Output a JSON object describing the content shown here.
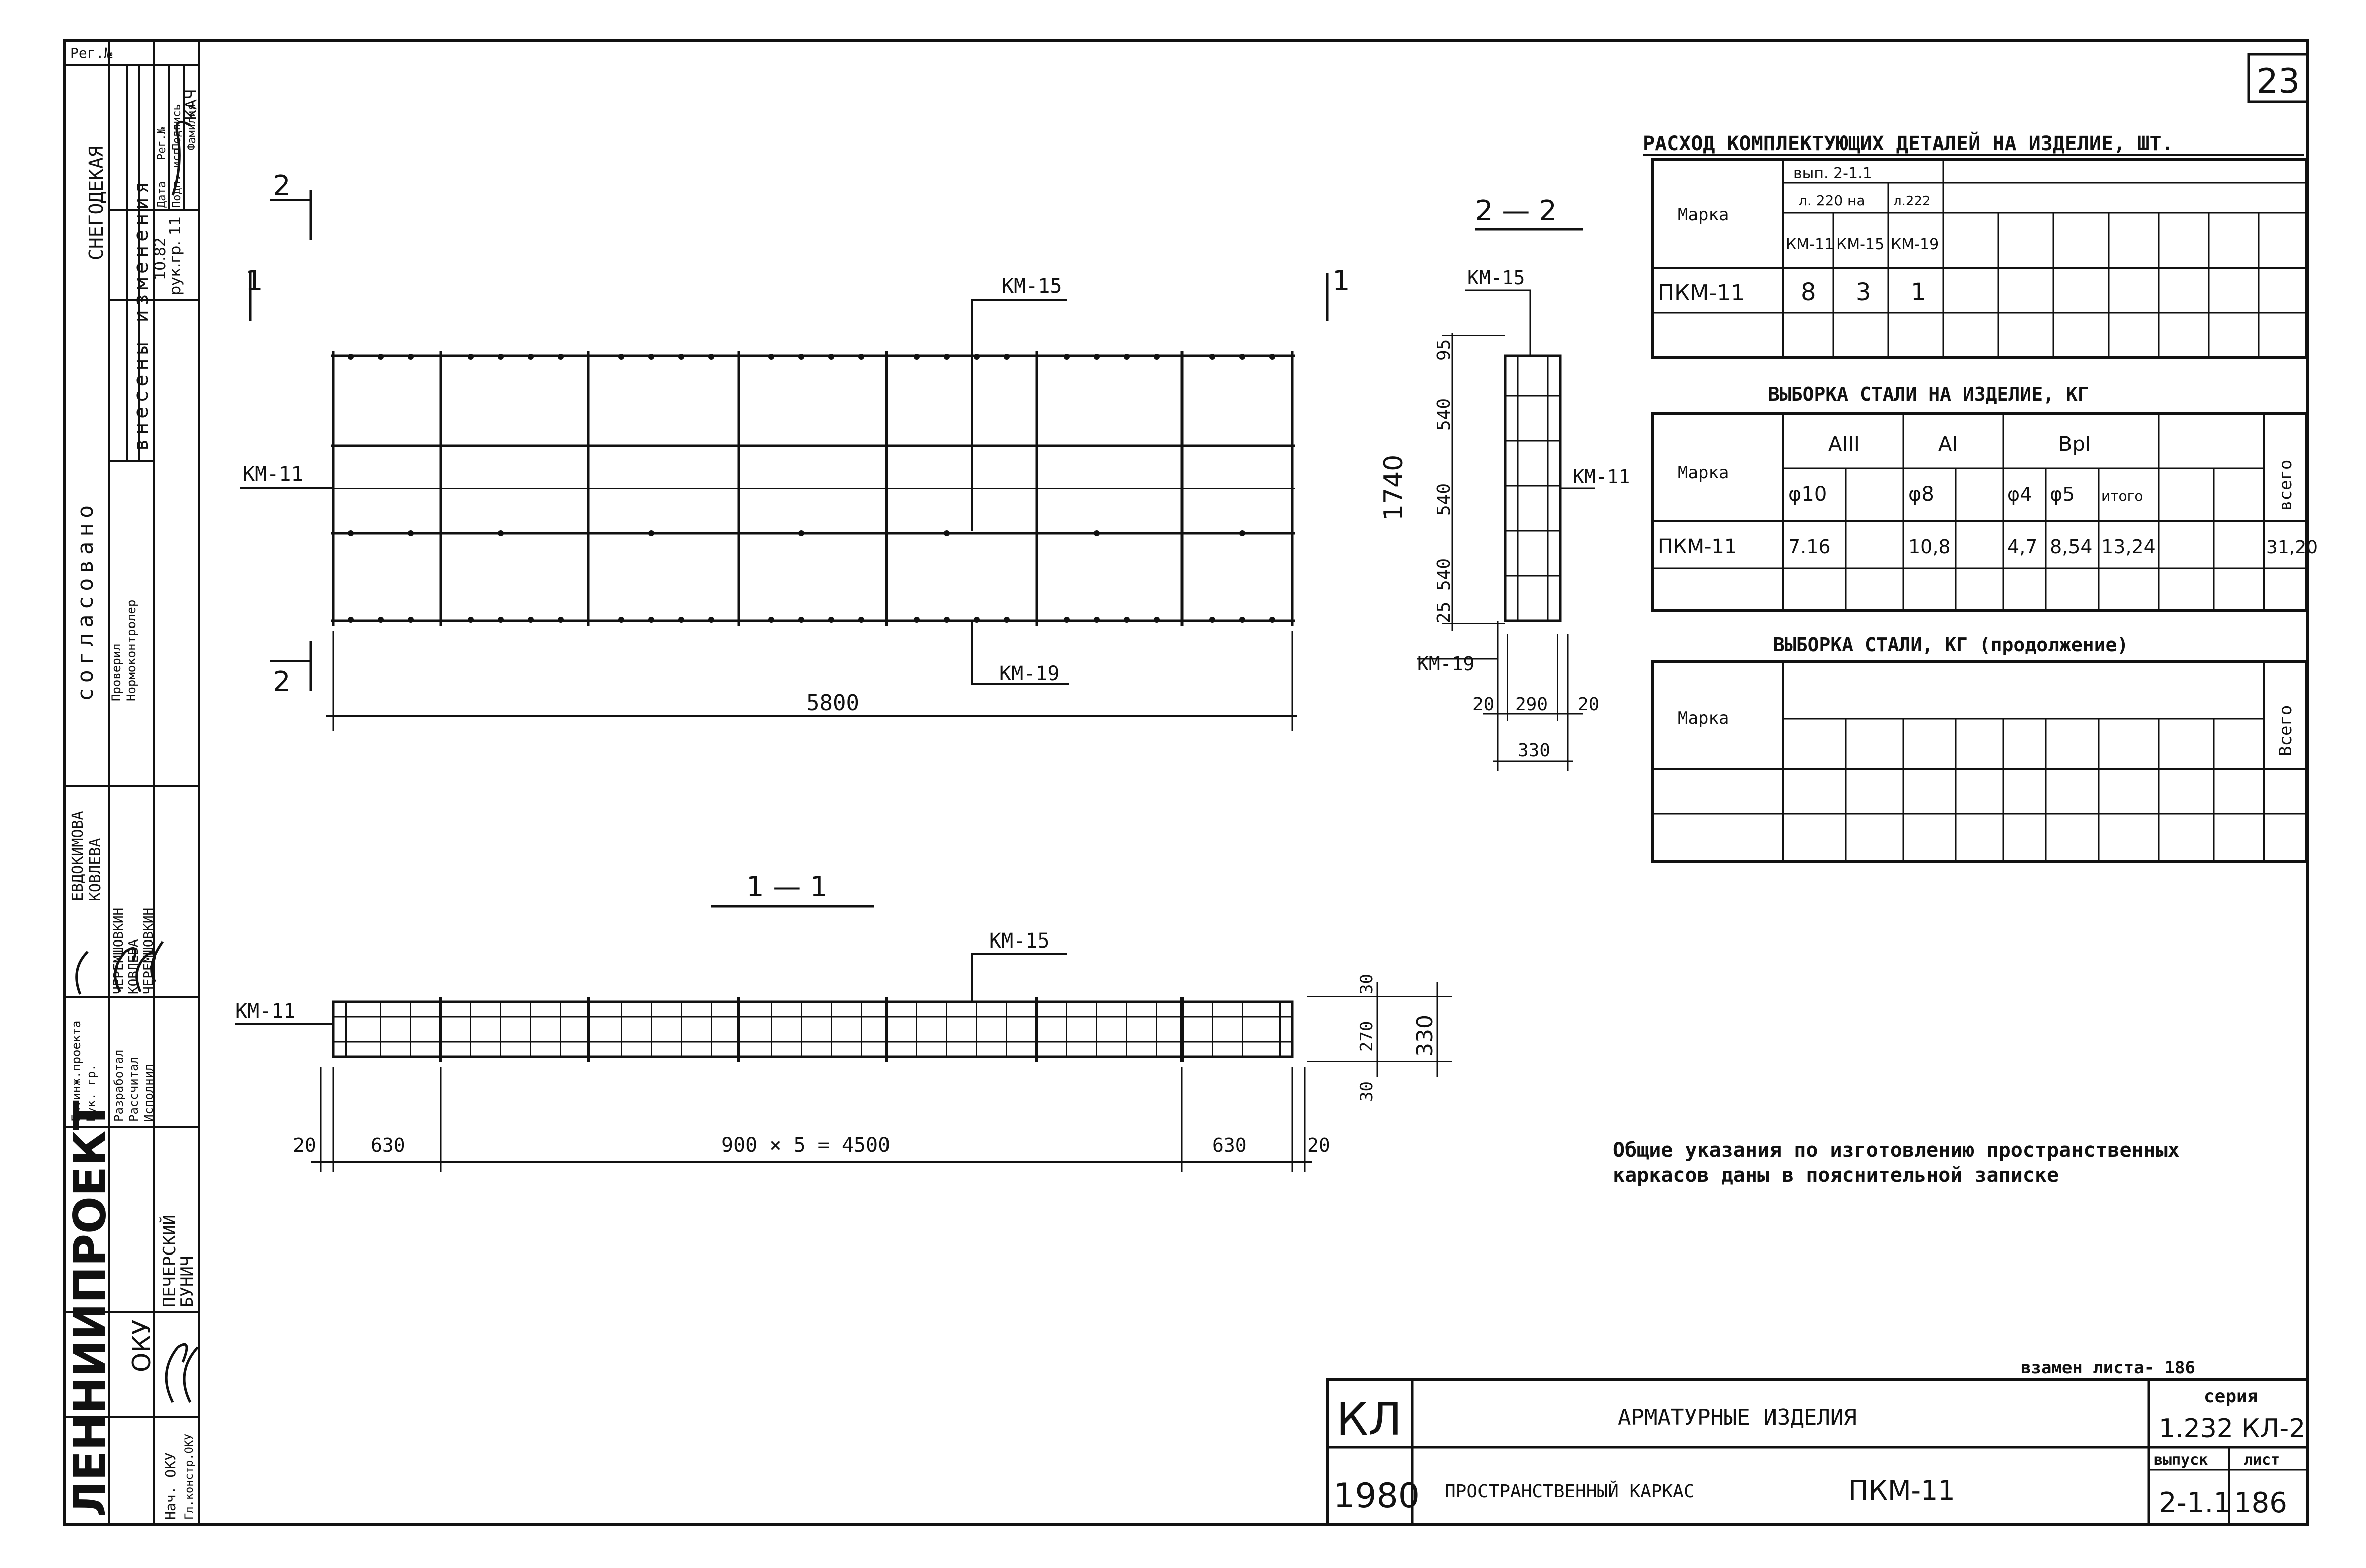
{
  "sheet": {
    "page_number": "23",
    "replaces": "взамен листа- 186"
  },
  "left_stamp": {
    "reg_no": "Рег.№",
    "city": "СНЕГОДЕКАЯ",
    "agreed": "согласовано",
    "changes_title": "внесены изменения",
    "change_cols": [
      "Дата",
      "Рег.№",
      "Подп. исп.",
      "Подпись",
      "Фамилия"
    ],
    "change_values": [
      "10.82",
      "11",
      "рук.гр.",
      "",
      "КАЧ"
    ],
    "checked_label": "Проверил",
    "norm_label": "Нормоконтролер",
    "chief_engineer": "Гл.инж.проекта",
    "group_head": "Рук. гр.",
    "developed": "Разработал",
    "calculated": "Рассчитал",
    "executor": "Исполнил",
    "dept_head": "Нач. ОКУ",
    "chief_constr": "Гл.констр.ОКУ",
    "names_col1": [
      "ЕВДОКИМОВА",
      "КОВЛЕВА"
    ],
    "names_col2": [
      "ЧЕРЕМШОВКИН",
      "КОВЛЕВА",
      "ЧЕРЕМШОВКИН"
    ],
    "names_col3": [
      "ПЕЧЕРСКИЙ",
      "БУНИЧ"
    ],
    "org": "ЛЕННИИПРОЕКТ",
    "dept": "ОКУ"
  },
  "drawing": {
    "plan_labels": {
      "km15": "КМ-15",
      "km11": "КМ-11",
      "km19": "КМ-19",
      "cut1": "1",
      "cut2": "2",
      "length": "5800"
    },
    "section22": {
      "title": "2 — 2",
      "km15": "КМ-15",
      "km11": "КМ-11",
      "km19": "КМ-19",
      "height": "1740",
      "dim_95": "95",
      "dim_540a": "540",
      "dim_540b": "540",
      "dim_540c": "540",
      "dim_25": "25",
      "dim_20a": "20",
      "dim_290": "290",
      "dim_20b": "20",
      "dim_330": "330"
    },
    "section11": {
      "title": "1 — 1",
      "km15": "КМ-15",
      "km11": "КМ-11",
      "dim_30a": "30",
      "dim_270": "270",
      "dim_30b": "30",
      "dim_330": "330",
      "dim_20a": "20",
      "dim_630a": "630",
      "dim_mid": "900 × 5 = 4500",
      "dim_630b": "630",
      "dim_20b": "20"
    }
  },
  "table_parts": {
    "title": "РАСХОД КОМПЛЕКТУЮЩИХ ДЕТАЛЕЙ НА ИЗДЕЛИЕ, ШТ.",
    "mark_header": "Марка",
    "issue": "вып. 2-1.1",
    "sheet_ref1": "л. 220 на",
    "sheet_ref2": "л.222",
    "columns": [
      "КМ-11",
      "КМ-15",
      "КМ-19"
    ],
    "row_mark": "ПКМ-11",
    "row_values": [
      "8",
      "3",
      "1"
    ]
  },
  "table_steel": {
    "title": "ВЫБОРКА СТАЛИ НА ИЗДЕЛИЕ, КГ",
    "mark_header": "Марка",
    "group1": "АIII",
    "group2": "АI",
    "group3": "ВрI",
    "sub": [
      "φ10",
      "φ8",
      "φ4",
      "φ5",
      "итого"
    ],
    "total_header": "всего",
    "row_mark": "ПКМ-11",
    "row_values": [
      "7.16",
      "10,8",
      "4,7",
      "8,54",
      "13,24"
    ],
    "row_total": "31,20"
  },
  "table_steel_cont": {
    "title": "ВЫБОРКА СТАЛИ, КГ (продолжение)",
    "mark_header": "Марка",
    "total_header": "Всего"
  },
  "note": {
    "line1": "Общие указания по изготовлению пространственных",
    "line2": "каркасов даны в пояснительной записке"
  },
  "title_block": {
    "code": "КЛ",
    "year": "1980",
    "title1": "АРМАТУРНЫЕ ИЗДЕЛИЯ",
    "title2": "ПРОСТРАНСТВЕННЫЙ КАРКАС",
    "mark": "ПКМ-11",
    "series_label": "серия",
    "series_value": "1.232 КЛ-2",
    "issue_label": "выпуск",
    "issue_value": "2-1.1",
    "sheet_label": "лист",
    "sheet_value": "186"
  }
}
